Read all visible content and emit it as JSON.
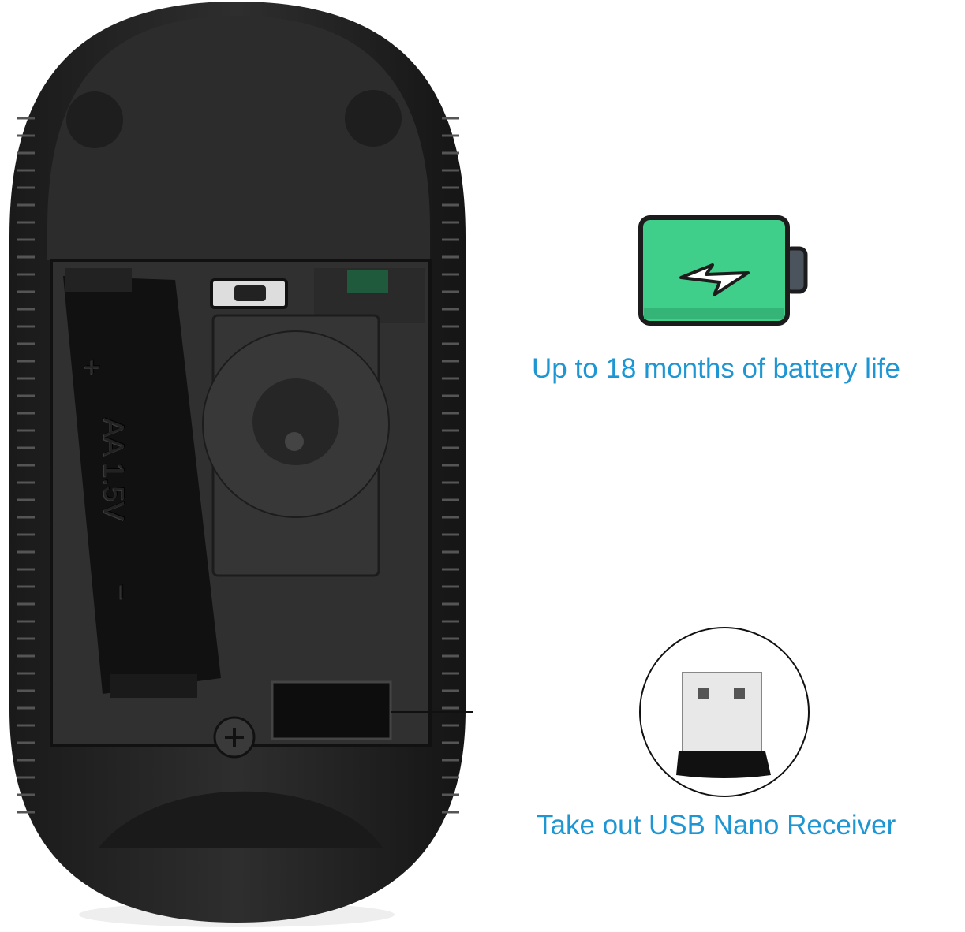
{
  "features": [
    {
      "icon": "battery-charging-icon",
      "caption": "Up to 18 months of battery life"
    },
    {
      "icon": "usb-nano-receiver-icon",
      "caption": "Take out USB Nano Receiver"
    }
  ],
  "battery_slot": {
    "plus": "+",
    "label": "AA 1.5V",
    "minus": "−"
  },
  "colors": {
    "caption": "#1d96d3",
    "battery_fill": "#3fcf8a",
    "mouse_body": "#2b2b2b"
  }
}
